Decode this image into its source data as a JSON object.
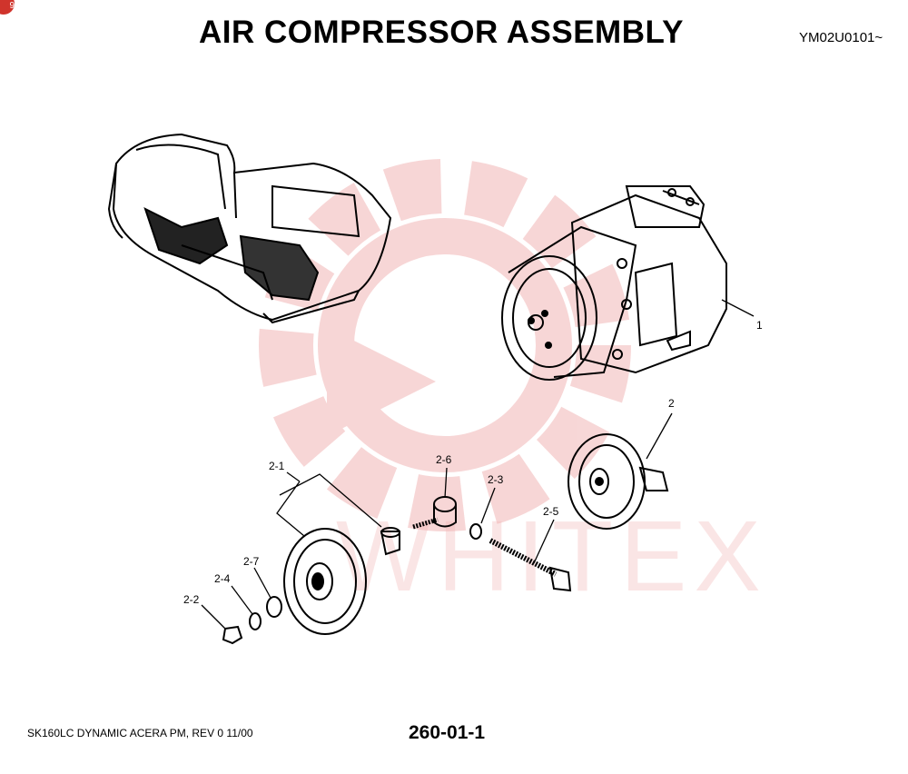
{
  "page": {
    "title": "AIR COMPRESSOR ASSEMBLY",
    "model_code": "YM02U0101~",
    "badge": "9",
    "footer_left": "SK160LC DYNAMIC ACERA PM,  REV 0 11/00",
    "footer_page": "260-01-1"
  },
  "watermark": {
    "text": "WHITEX",
    "color": "#f2b6b6"
  },
  "callouts": [
    {
      "id": "c-1",
      "label": "1"
    },
    {
      "id": "c-2",
      "label": "2"
    },
    {
      "id": "c-2-1",
      "label": "2-1"
    },
    {
      "id": "c-2-6",
      "label": "2-6"
    },
    {
      "id": "c-2-3",
      "label": "2-3"
    },
    {
      "id": "c-2-5",
      "label": "2-5"
    },
    {
      "id": "c-2-7",
      "label": "2-7"
    },
    {
      "id": "c-2-4",
      "label": "2-4"
    },
    {
      "id": "c-2-2",
      "label": "2-2"
    }
  ]
}
